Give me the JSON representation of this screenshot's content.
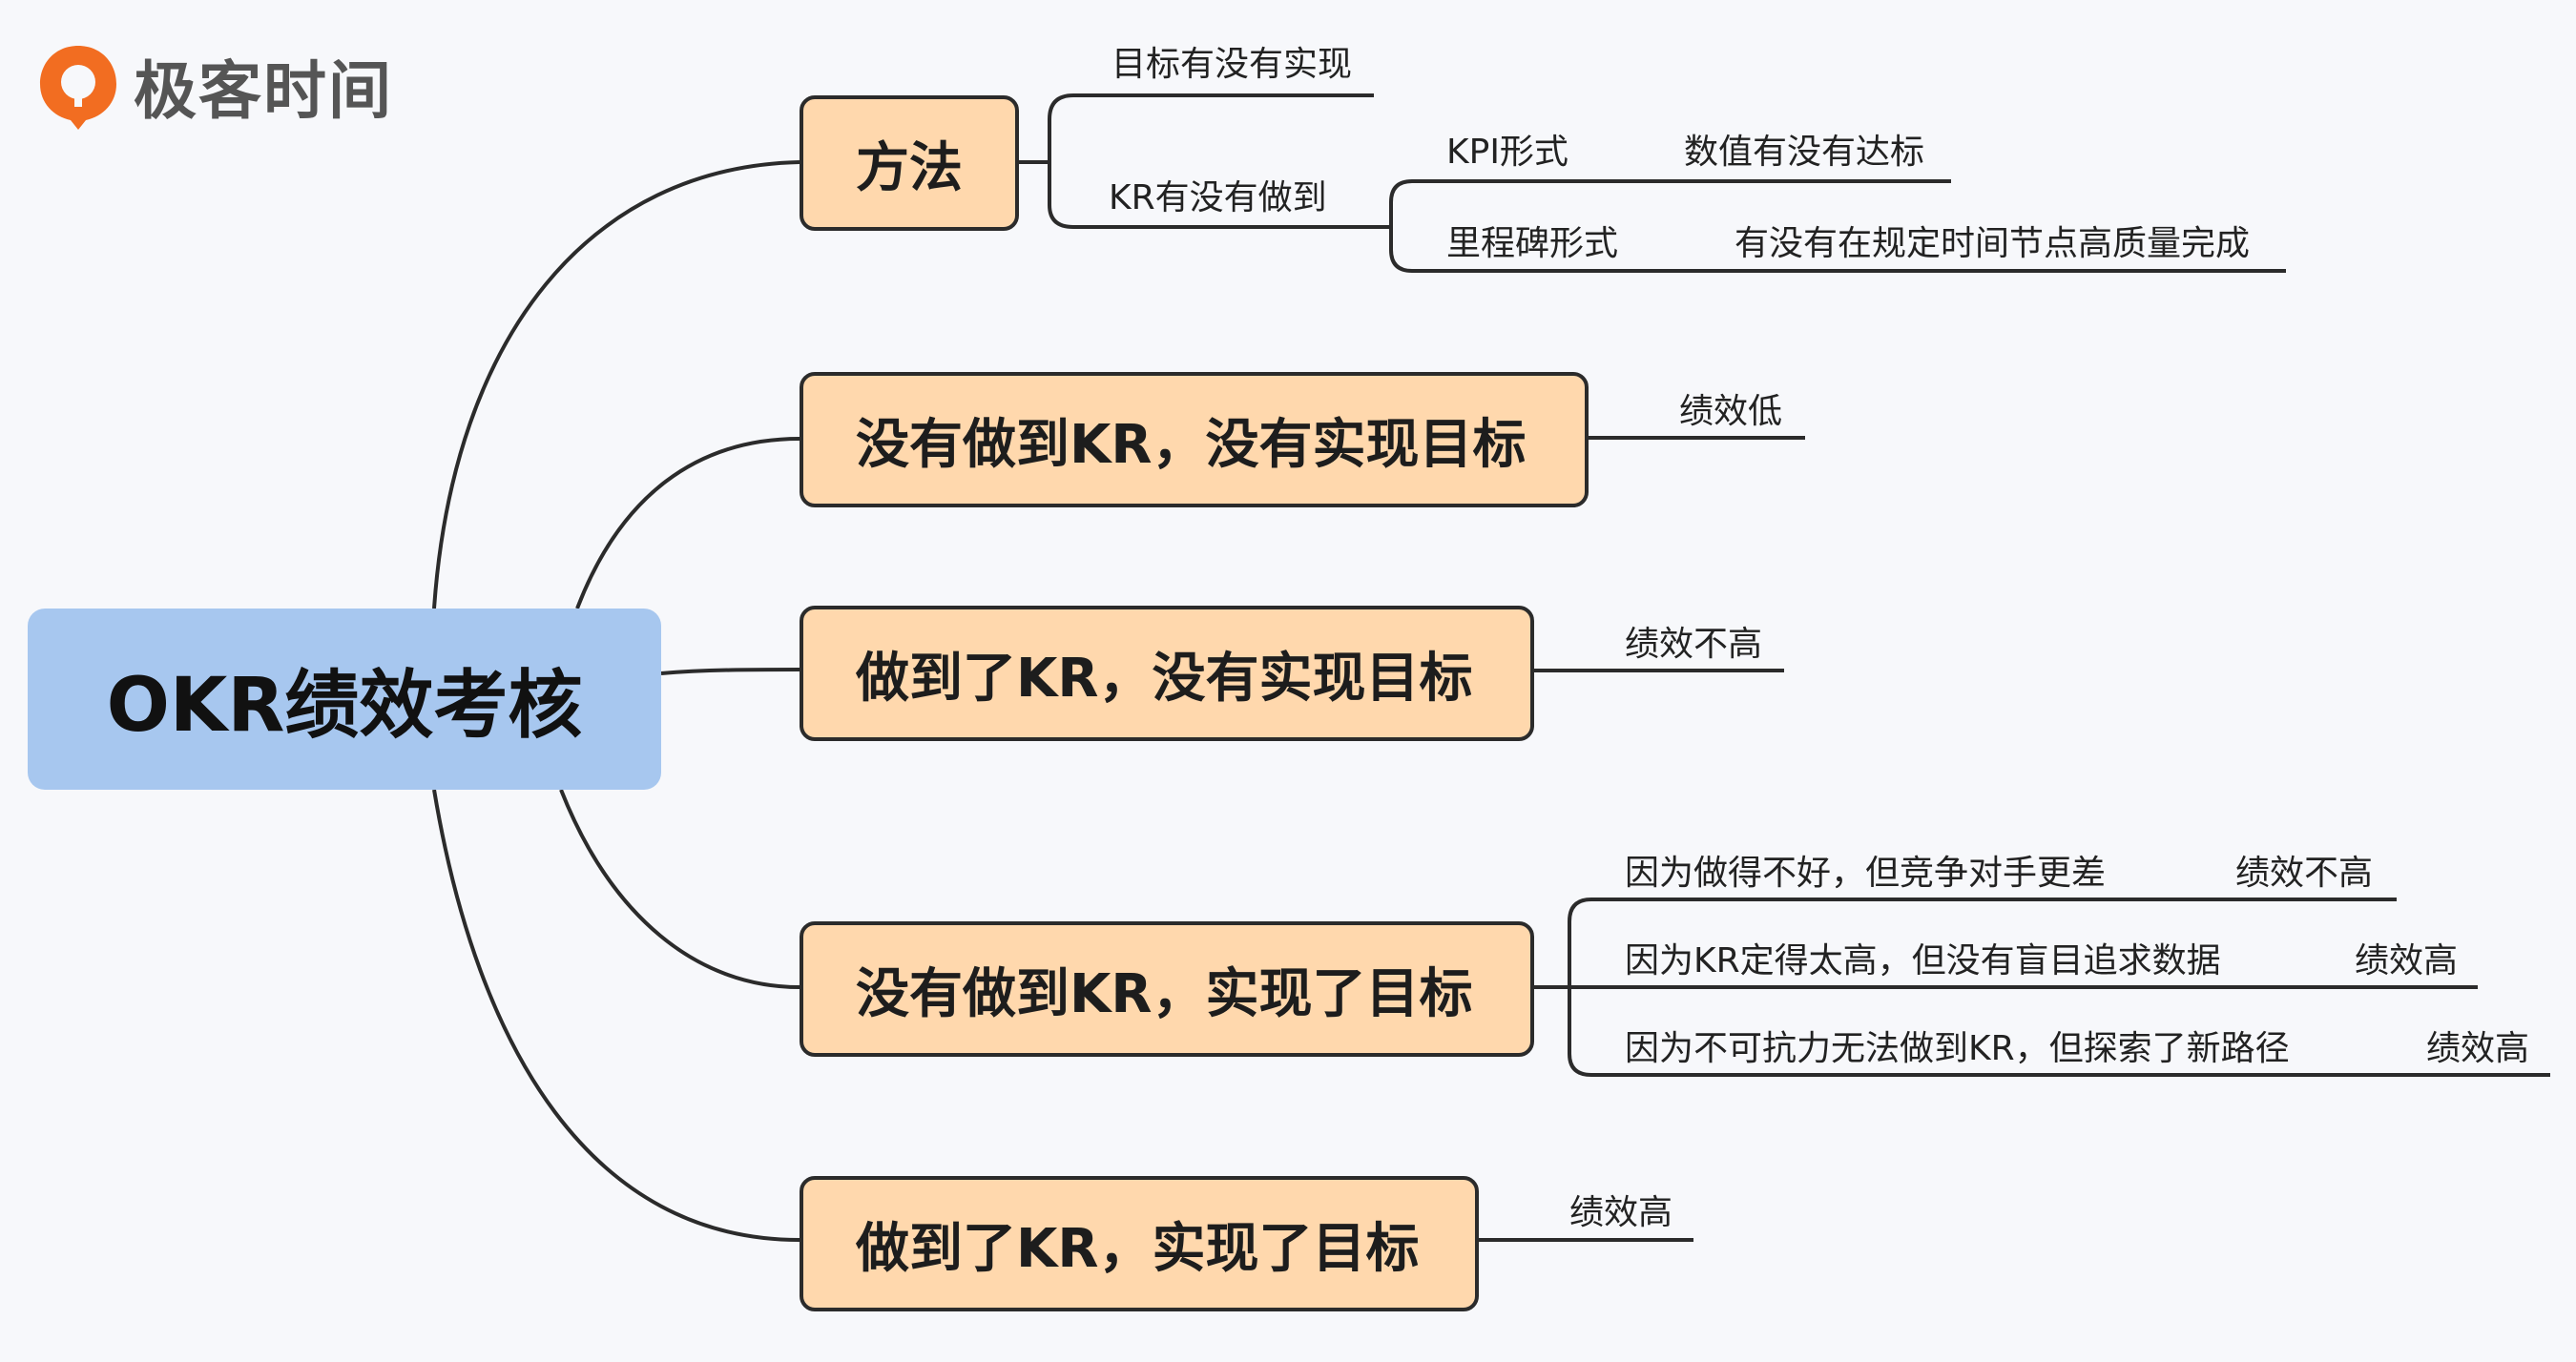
{
  "brand": {
    "name": "极客时间",
    "accent": "#f26d21"
  },
  "root": "OKR绩效考核",
  "branches": [
    {
      "label": "方法"
    },
    {
      "label": "没有做到KR，没有实现目标",
      "result": "绩效低"
    },
    {
      "label": "做到了KR，没有实现目标",
      "result": "绩效不高"
    },
    {
      "label": "没有做到KR，实现了目标",
      "children": [
        {
          "reason": "因为做得不好，但竞争对手更差",
          "result": "绩效不高"
        },
        {
          "reason": "因为KR定得太高，但没有盲目追求数据",
          "result": "绩效高"
        },
        {
          "reason": "因为不可抗力无法做到KR，但探索了新路径",
          "result": "绩效高"
        }
      ]
    },
    {
      "label": "做到了KR，实现了目标",
      "result": "绩效高"
    }
  ],
  "method": {
    "goal": "目标有没有实现",
    "kr": "KR有没有做到",
    "kpi": {
      "type": "KPI形式",
      "check": "数值有没有达标"
    },
    "milestone": {
      "type": "里程碑形式",
      "check": "有没有在规定时间节点高质量完成"
    }
  },
  "colors": {
    "root": "#a7c7ef",
    "node": "#ffd8ad",
    "line": "#2b2b2b"
  }
}
